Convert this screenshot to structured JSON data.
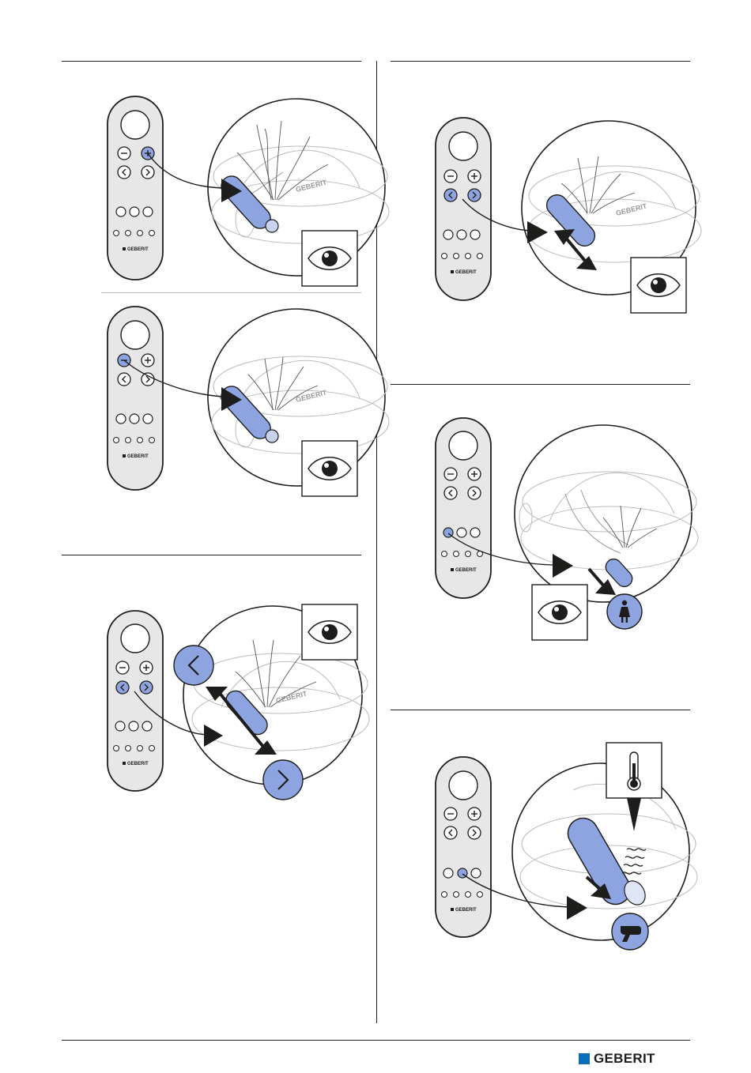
{
  "brand": {
    "name": "GEBERIT",
    "color": "#0a6fb8"
  },
  "remote": {
    "brand_label": "GEBERIT",
    "buttons": {
      "power": "power-button",
      "minus": "minus-icon",
      "plus": "plus-icon",
      "left": "chevron-left-icon",
      "right": "chevron-right-icon",
      "lady_shower": "lady-shower-icon",
      "dryer": "dryer-icon",
      "fan": "fan-icon",
      "memory": "memory-dot"
    }
  },
  "colors": {
    "highlight": "#8ea4e0",
    "outline": "#1d1d1b",
    "shade": "#e6e6e6"
  },
  "panels": [
    {
      "id": "spray-intensity-increase",
      "highlighted": [
        "plus"
      ],
      "indicator": "eye-icon"
    },
    {
      "id": "spray-intensity-decrease",
      "highlighted": [
        "minus"
      ],
      "indicator": "eye-icon"
    },
    {
      "id": "spray-arm-position-circle",
      "highlighted": [
        "left",
        "right"
      ],
      "indicator": "eye-icon",
      "extra_icons": [
        "chevron-left-icon",
        "chevron-right-icon"
      ]
    },
    {
      "id": "spray-arm-position",
      "highlighted": [
        "left",
        "right"
      ],
      "indicator": "eye-icon"
    },
    {
      "id": "lady-shower",
      "highlighted": [
        "lady_shower"
      ],
      "indicator": "eye-icon",
      "extra_icons": [
        "lady-shower-icon"
      ]
    },
    {
      "id": "dryer",
      "highlighted": [
        "dryer"
      ],
      "indicator": "thermometer-icon",
      "extra_icons": [
        "dryer-icon"
      ]
    }
  ]
}
